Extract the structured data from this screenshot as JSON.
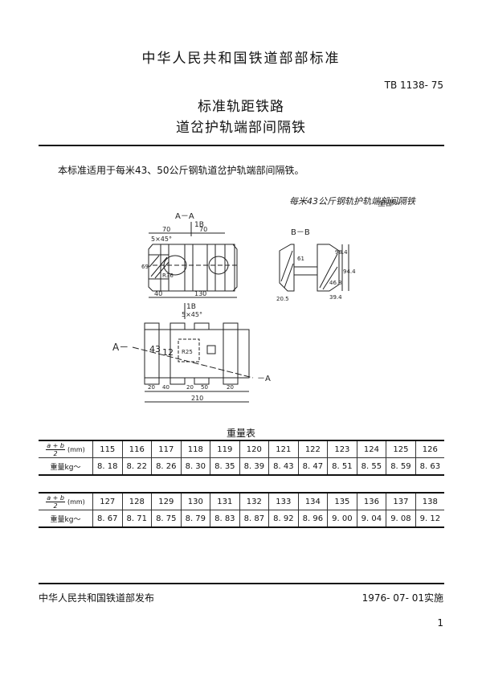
{
  "header": {
    "organization": "中华人民共和国铁道部部标准",
    "standard_number": "TB 1138- 75",
    "title_line1": "标准轨距铁路",
    "title_line2": "道岔护轨端部间隔铁"
  },
  "intro": "本标准适用于每米43、50公斤钢轨道岔护轨端部间隔铁。",
  "drawing": {
    "handwritten_title": "每米43公斤钢轨护轨端部间隔铁",
    "sheet_mark": "全部∾",
    "section_aa": "A－A",
    "section_bb": "B－B",
    "mark_1b_top": "1B",
    "mark_1b_bottom": "1B",
    "mark_a_left": "A－",
    "mark_a_right": "－A",
    "chamfer_top": "5×45°",
    "chamfer_plan": "5×45°",
    "dim_70_a": "70",
    "dim_70_b": "70",
    "dim_40": "40",
    "dim_130": "130",
    "dim_20_a": "20",
    "dim_40_b": "40",
    "dim_20_b": "20",
    "dim_50": "50",
    "dim_20_c": "20",
    "dim_210": "210",
    "label_43": "43",
    "label_12": "12",
    "label_r25": "R25",
    "dim_r36": "R36",
    "dim_98_4": "98.4",
    "dim_94_4": "94.4",
    "dim_39_4": "39.4",
    "dim_46_8": "46.8",
    "dim_69_left": "69",
    "dim_61": "61",
    "dim_20_5": "20.5"
  },
  "weight_table": {
    "title": "重量表",
    "frac_num": "a + b",
    "frac_den": "2",
    "unit": "(mm)",
    "weight_label": "重量kg～",
    "part1": {
      "sizes": [
        "115",
        "116",
        "117",
        "118",
        "119",
        "120",
        "121",
        "122",
        "123",
        "124",
        "125",
        "126"
      ],
      "weights": [
        "8. 18",
        "8. 22",
        "8. 26",
        "8. 30",
        "8. 35",
        "8. 39",
        "8. 43",
        "8. 47",
        "8. 51",
        "8. 55",
        "8. 59",
        "8. 63"
      ]
    },
    "part2": {
      "sizes": [
        "127",
        "128",
        "129",
        "130",
        "131",
        "132",
        "133",
        "134",
        "135",
        "136",
        "137",
        "138"
      ],
      "weights": [
        "8. 67",
        "8. 71",
        "8. 75",
        "8. 79",
        "8. 83",
        "8. 87",
        "8. 92",
        "8. 96",
        "9. 00",
        "9. 04",
        "9. 08",
        "9. 12"
      ]
    }
  },
  "footer": {
    "publisher": "中华人民共和国铁道部发布",
    "effective_date": "1976- 07- 01实施",
    "page_number": "1"
  }
}
